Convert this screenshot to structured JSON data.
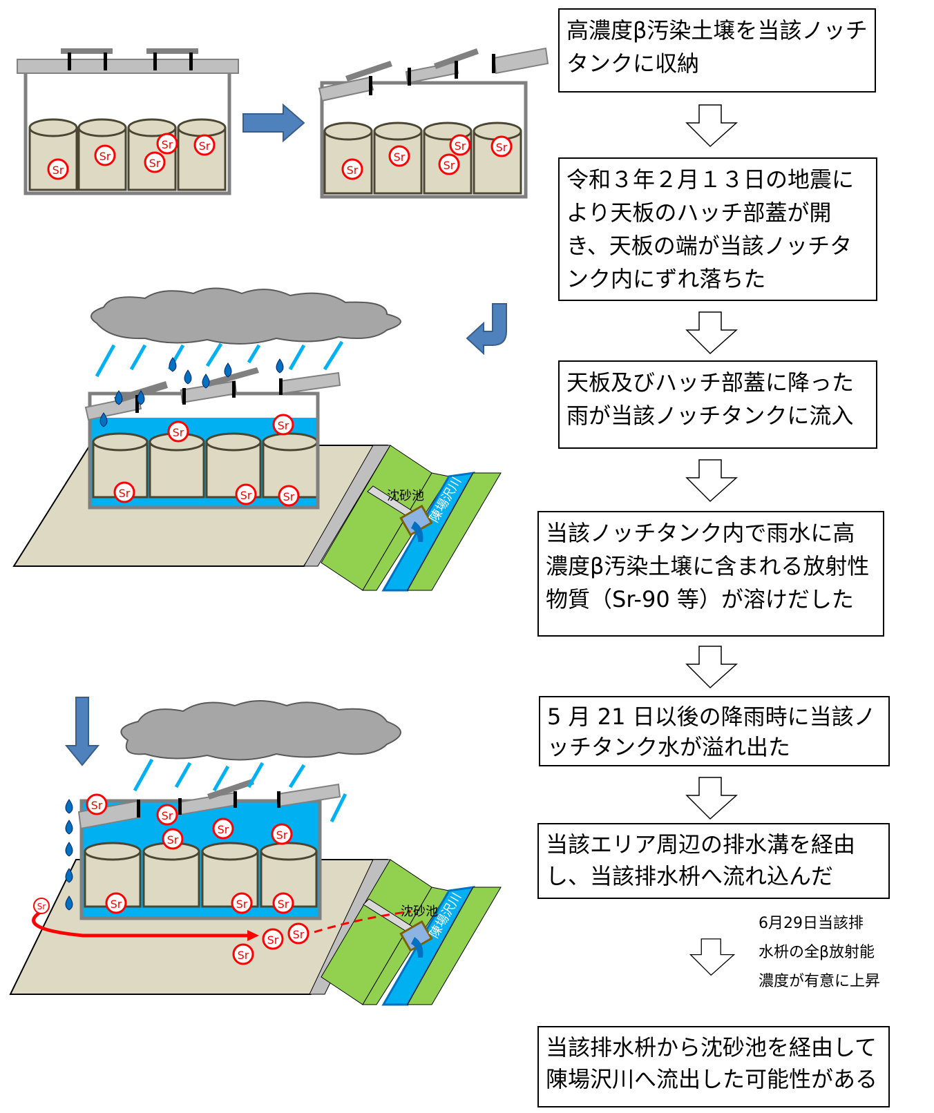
{
  "steps": [
    "高濃度β汚染土壌を当該ノッチタンクに収納",
    "令和３年２月１３日の地震により天板のハッチ部蓋が開き、天板の端が当該ノッチタンク内にずれ落ちた",
    "天板及びハッチ部蓋に降った雨が当該ノッチタンクに流入",
    "当該ノッチタンク内で雨水に高濃度β汚染土壌に含まれる放射性物質（Sr-90 等）が溶けだした",
    "5 月 21 日以後の降雨時に当該ノッチタンク水が溢れ出た",
    "当該エリア周辺の排水溝を経由し、当該排水枡へ流れ込んだ",
    "当該排水枡から沈砂池を経由して陳場沢川へ流出した可能性がある"
  ],
  "side_note": [
    "6月29日当該排",
    "水枡の全β放射能",
    "濃度が有意に上昇"
  ],
  "labels": {
    "sr": "Sr",
    "pond": "沈砂池",
    "river": "陳場沢川"
  },
  "colors": {
    "arrow_blue": "#4f81bd",
    "water": "#00b0f0",
    "grass": "#92d050",
    "ground": "#ddd9c3",
    "drum": "#ddd9c3",
    "lid": "#bfbfbf",
    "cloud": "#a6a6a6",
    "sr_red": "#ff0000",
    "river_blue": "#0070c0"
  }
}
